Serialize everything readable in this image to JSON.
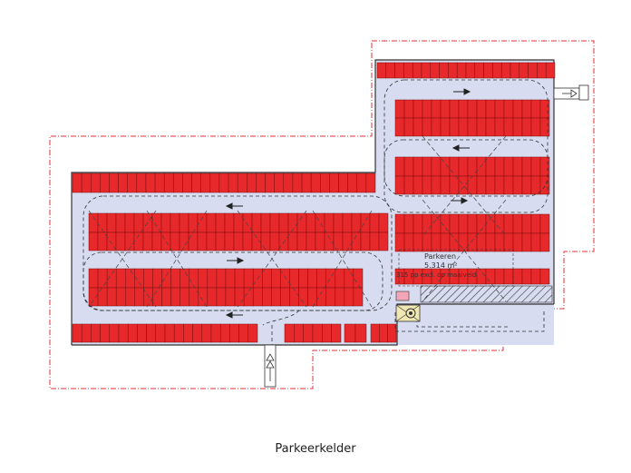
{
  "caption": "Parkeerkelder",
  "area_label": {
    "line1": "Parkeren",
    "line2": "5.314 m²",
    "line3": "315 pp excl. op maaiveld"
  },
  "icons": {
    "ramp": "ramp-arrow-icon",
    "parking_arrow": "driving-direction-arrow-icon",
    "stair": "stair-core-icon"
  },
  "colors": {
    "background": "#ffffff",
    "floor": "#d7dcf0",
    "parking_stall": "#e8292b",
    "stall_line": "#7a0d0d",
    "property_line": "#e0303a",
    "wall": "#333333",
    "stair_core": "#f1e7b3",
    "highlight_box": "#f2a6b7"
  }
}
